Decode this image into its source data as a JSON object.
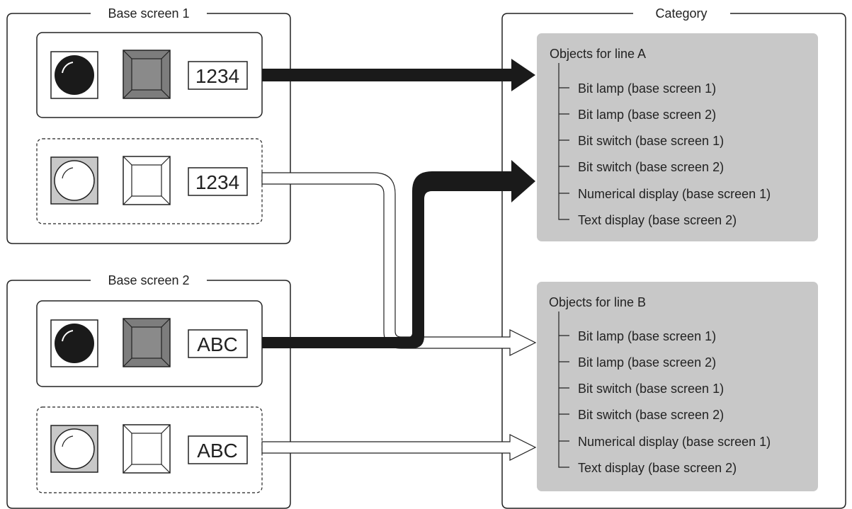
{
  "base_screen_1": {
    "title": "Base screen 1",
    "active_display": "1234",
    "inactive_display": "1234"
  },
  "base_screen_2": {
    "title": "Base screen 2",
    "active_display": "ABC",
    "inactive_display": "ABC"
  },
  "category": {
    "title": "Category",
    "groups": [
      {
        "title": "Objects for line A",
        "items": [
          "Bit lamp (base screen 1)",
          "Bit lamp (base screen 2)",
          "Bit switch (base screen 1)",
          "Bit switch (base screen 2)",
          "Numerical display (base screen 1)",
          "Text display (base screen 2)"
        ]
      },
      {
        "title": "Objects for line B",
        "items": [
          "Bit lamp (base screen 1)",
          "Bit lamp (base screen 2)",
          "Bit switch (base screen 1)",
          "Bit switch (base screen 2)",
          "Numerical display (base screen 1)",
          "Text display (base screen 2)"
        ]
      }
    ]
  },
  "colors": {
    "line": "#222222",
    "group_fill": "#c8c8c8",
    "switch_face_active": "#808080",
    "lamp_bg_inactive": "#c8c8c8"
  }
}
